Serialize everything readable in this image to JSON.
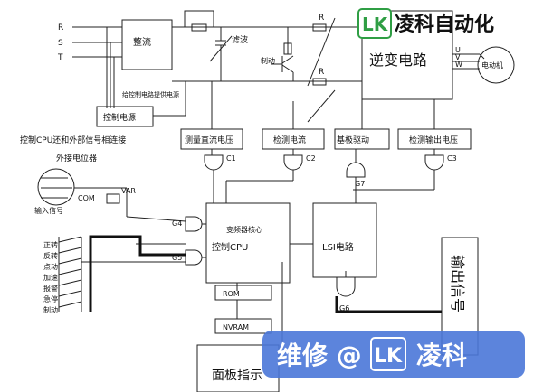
{
  "brand": {
    "logo_text": "凌科自动化",
    "logo_mark": "LK",
    "logo_color": "#2f9e44"
  },
  "watermark": {
    "text": "维修 @",
    "mark": "LK",
    "suffix": "凌科",
    "bg_color": "#4a77d8"
  },
  "phases": [
    "R",
    "S",
    "T"
  ],
  "blocks": {
    "rectifier": "整流",
    "filter": "滤波",
    "brake": "制动",
    "inverter": "逆变电路",
    "motor": "电动机",
    "uvw": [
      "U",
      "V",
      "W"
    ],
    "control_power": "控制电源",
    "control_power_note": "给控制电路提供电源",
    "dc_voltage": "测量直流电压",
    "current": "检测电流",
    "base_drive": "基极驱动",
    "output_voltage": "检测输出电压",
    "cpu_note": "控制CPU还和外部信号相连接",
    "potentiometer": "外接电位器",
    "input_signal": "输入信号",
    "com": "COM",
    "var": "VAR",
    "core": "变频器核心",
    "cpu": "控制CPU",
    "lsi": "LSI电路",
    "rom": "ROM",
    "nvram": "NVRAM",
    "panel": "面板指示",
    "output_signal": "输出信号",
    "r_labels": [
      "R",
      "R"
    ],
    "gates": [
      "C1",
      "C2",
      "C3",
      "G7",
      "G4",
      "G5",
      "G6"
    ],
    "switches": [
      "正转",
      "反转",
      "点动",
      "加速",
      "报警",
      "急停",
      "制动"
    ]
  }
}
